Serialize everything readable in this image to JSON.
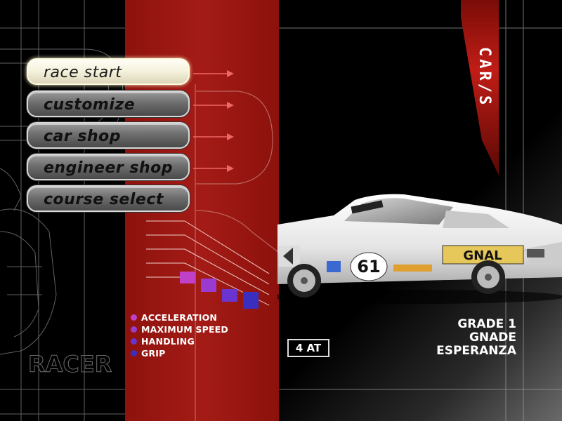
{
  "menu": {
    "items": [
      {
        "label": "race start",
        "active": true
      },
      {
        "label": "customize",
        "active": false
      },
      {
        "label": "car shop",
        "active": false
      },
      {
        "label": "engineer shop",
        "active": false
      },
      {
        "label": "course select",
        "active": false
      }
    ]
  },
  "tag": {
    "label": "CAR/S"
  },
  "stats": {
    "items": [
      {
        "label": "ACCELERATION",
        "color": "#c040c8",
        "level": 0.45
      },
      {
        "label": "MAXIMUM SPEED",
        "color": "#9a3ad0",
        "level": 0.55
      },
      {
        "label": "HANDLING",
        "color": "#6a34d0",
        "level": 0.5
      },
      {
        "label": "GRIP",
        "color": "#3a2ec0",
        "level": 0.8
      }
    ]
  },
  "car": {
    "transmission": "4 AT",
    "grade": "GRADE 1",
    "maker": "GNADE",
    "model": "ESPERANZA",
    "number": "61",
    "sponsor": "GNAL"
  },
  "background": {
    "watermark_text": "RACER"
  },
  "colors": {
    "red_panel": "#a41b16",
    "menu_active": "#f4f1dc",
    "menu_inactive": "#6e6e6e"
  }
}
